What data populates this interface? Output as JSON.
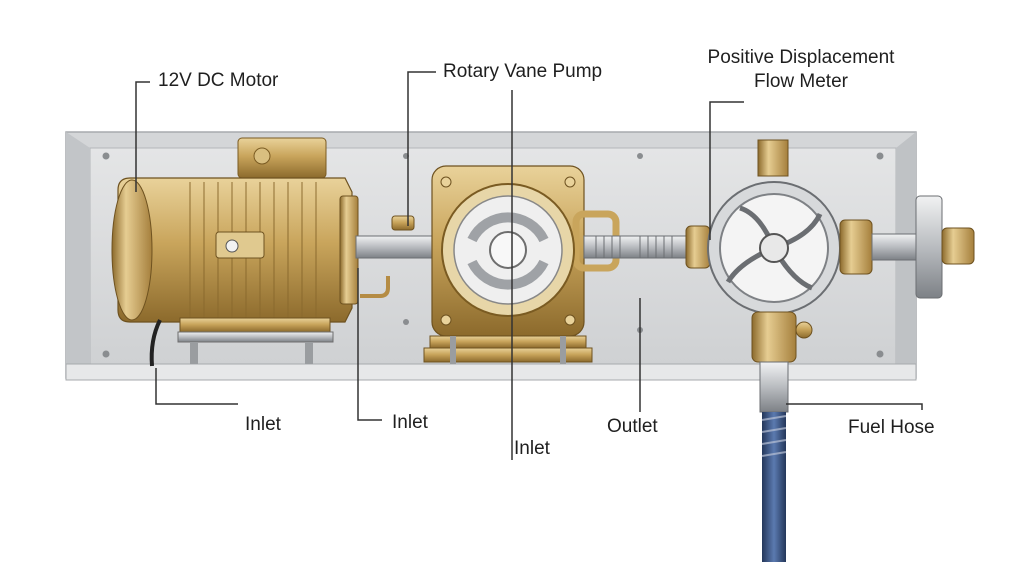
{
  "labels": {
    "motor": "12V DC Motor",
    "pump": "Rotary Vane Pump",
    "meter_line1": "Positive Displacement",
    "meter_line2": "Flow Meter",
    "inlet_1": "Inlet",
    "inlet_2": "Inlet",
    "inlet_3": "Inlet",
    "outlet": "Outlet",
    "fuel_hose": "Fuel Hose"
  },
  "colors": {
    "housing": "#dcdcdc",
    "housing_inner": "#ececec",
    "brass": "#c9a55c",
    "brass_dark": "#8c6a2c",
    "steel": "#b9bcc0",
    "hose": "#3d5a8c",
    "leader": "#333333"
  }
}
